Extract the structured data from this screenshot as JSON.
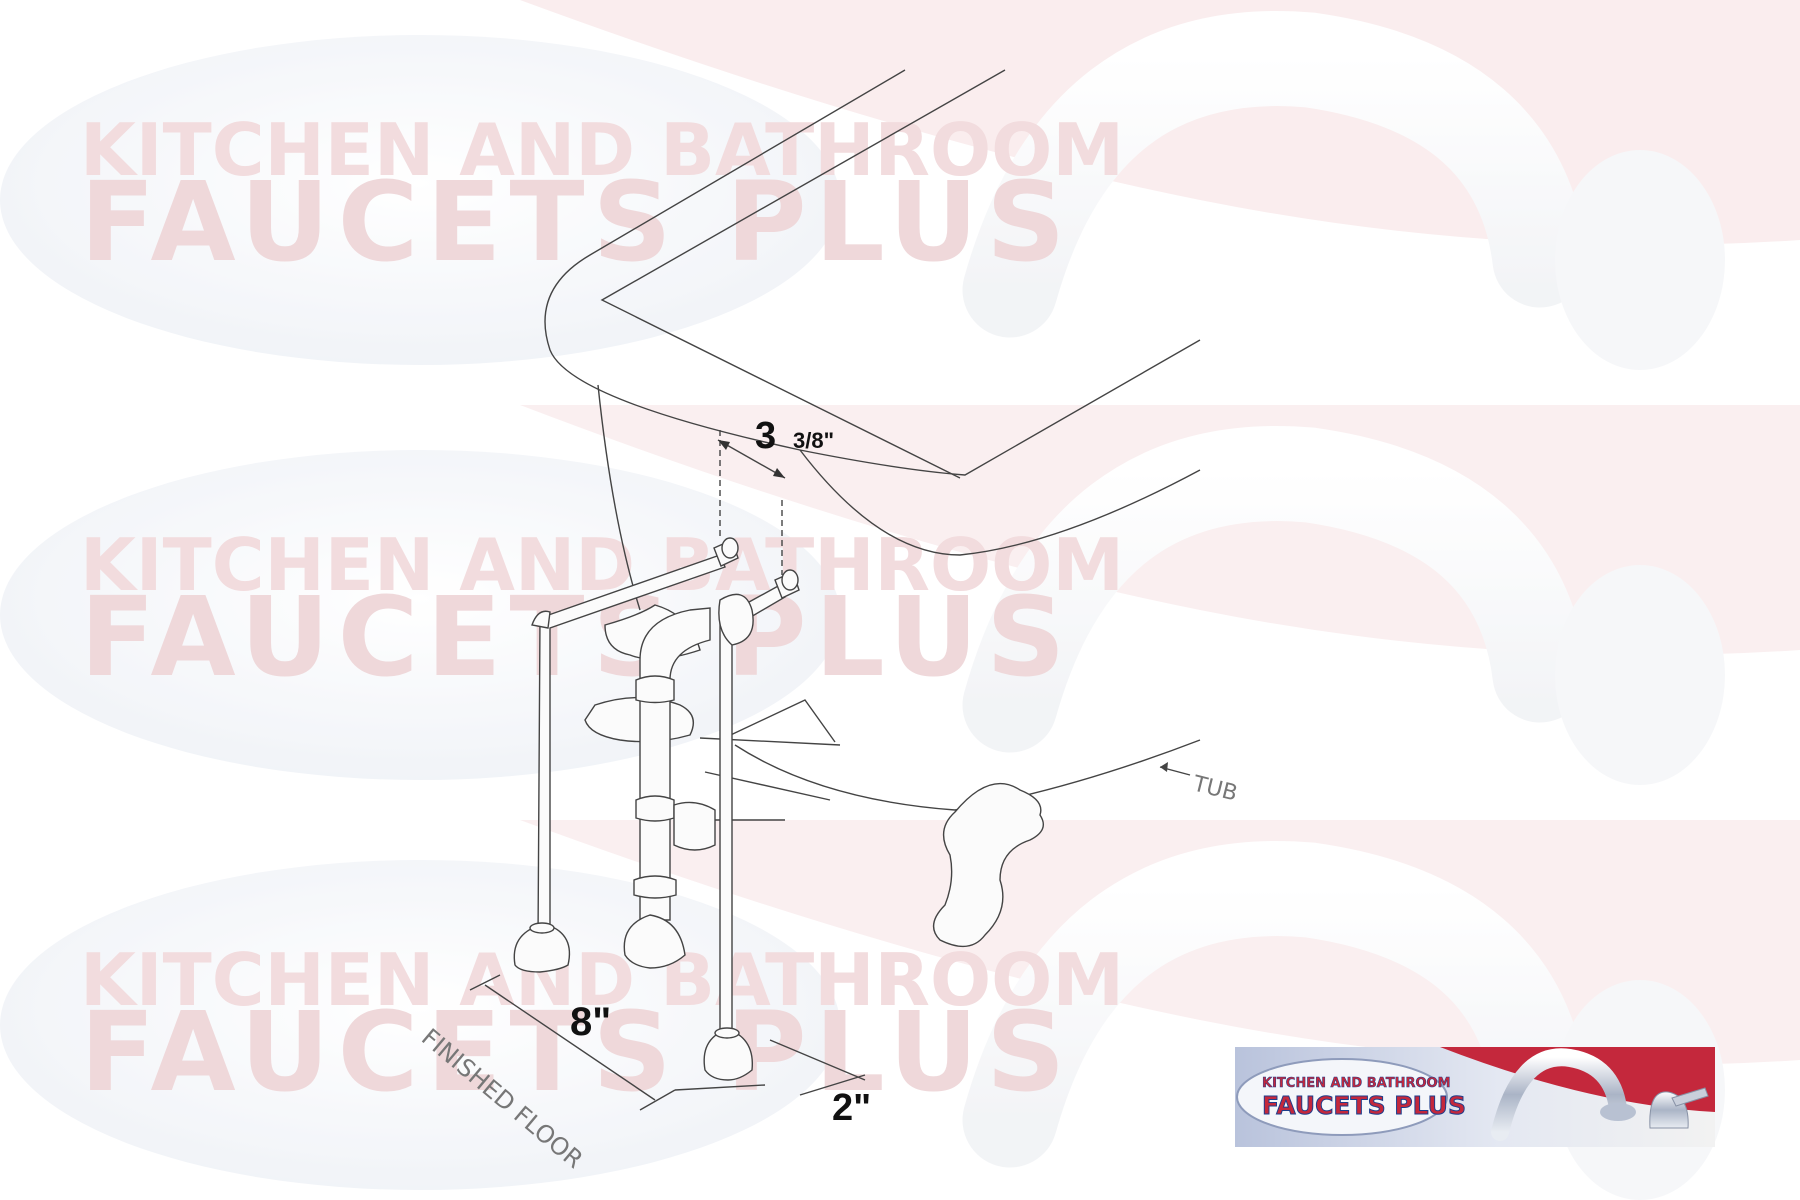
{
  "watermark": {
    "line1": "KITCHEN AND BATHROOM",
    "line2": "FAUCETS PLUS",
    "color": "#e6c3c6",
    "band_color": "#f7e4e5"
  },
  "dimensions": {
    "top_whole": "3",
    "top_fraction": "3/8\"",
    "width": "8\"",
    "depth": "2\""
  },
  "labels": {
    "tub": "TUB",
    "floor": "FINISHED FLOOR"
  },
  "logo": {
    "line1": "KITCHEN AND BATHROOM",
    "line2": "FAUCETS PLUS",
    "red": "#c4283c",
    "blue": "#1d3d8c"
  }
}
